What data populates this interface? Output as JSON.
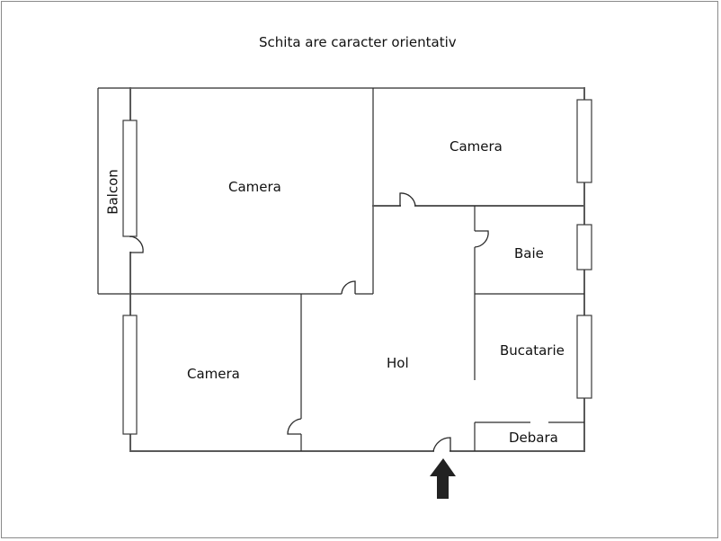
{
  "title": "Schita are caracter orientativ",
  "rooms": {
    "balcon": "Balcon",
    "camera_large": "Camera",
    "camera_top_right": "Camera",
    "camera_bottom_left": "Camera",
    "baie": "Baie",
    "hol": "Hol",
    "bucatarie": "Bucatarie",
    "debara": "Debara"
  },
  "icons": {
    "entrance": "entrance-arrow-icon"
  },
  "colors": {
    "walls": "#5a5a5a",
    "lines": "#2a2a2a",
    "arrow": "#222222",
    "background": "#ffffff"
  }
}
